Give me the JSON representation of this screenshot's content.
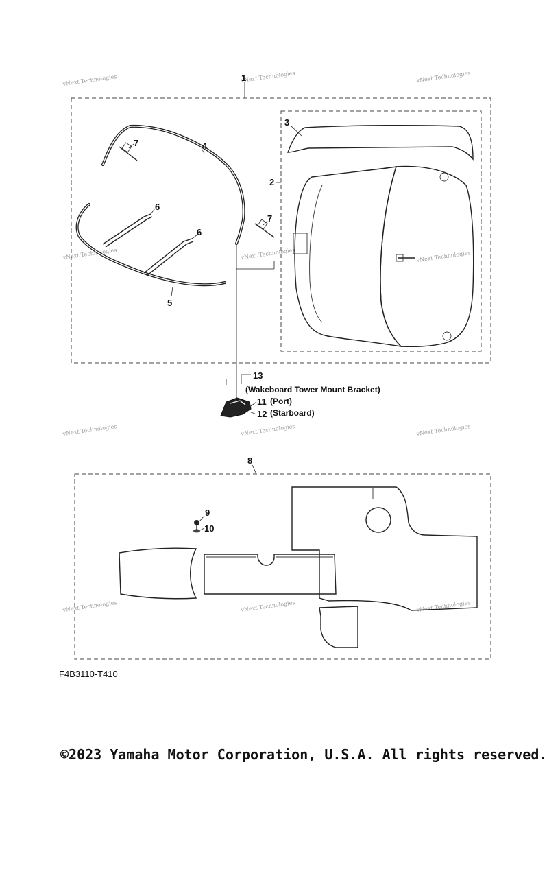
{
  "callouts": {
    "c1": "1",
    "c2": "2",
    "c3": "3",
    "c4": "4",
    "c5": "5",
    "c6a": "6",
    "c6b": "6",
    "c7a": "7",
    "c7b": "7",
    "c8": "8",
    "c9": "9",
    "c10": "10",
    "c11": "11",
    "c12": "12",
    "c13": "13"
  },
  "callout_descriptions": {
    "c13": "(Wakeboard Tower Mount Bracket)",
    "c11": "(Port)",
    "c12": "(Starboard)"
  },
  "watermark": "vNext Technologies",
  "diagram_code": "F4B3110-T410",
  "copyright": "©2023 Yamaha Motor Corporation, U.S.A. All rights reserved."
}
